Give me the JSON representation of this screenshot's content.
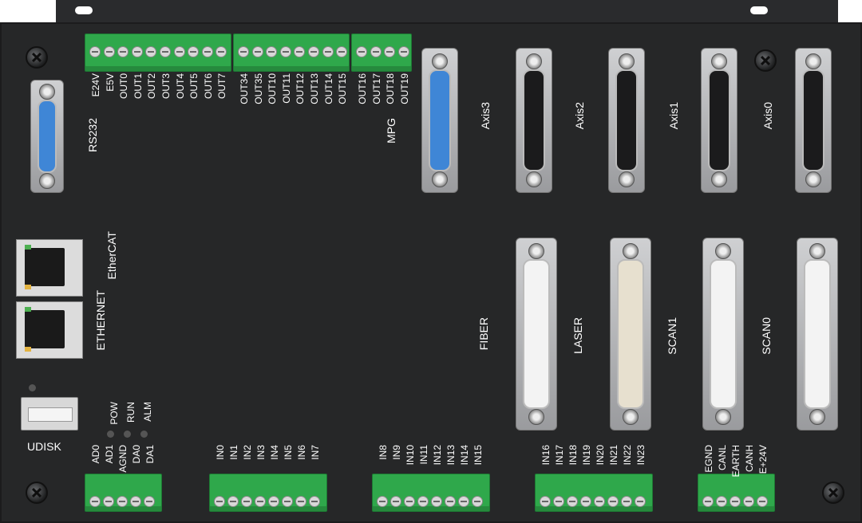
{
  "labels": {
    "rs232": "RS232",
    "ethercat": "EtherCAT",
    "ethernet": "ETHERNET",
    "udisk": "UDISK",
    "mpg": "MPG",
    "axis3": "Axis3",
    "axis2": "Axis2",
    "axis1": "Axis1",
    "axis0": "Axis0",
    "fiber": "FIBER",
    "laser": "LASER",
    "scan1": "SCAN1",
    "scan0": "SCAN0",
    "led_pow": "POW",
    "led_run": "RUN",
    "led_alm": "ALM"
  },
  "top_terminal_labels": [
    "E24V",
    "E5V",
    "OUT0",
    "OUT1",
    "OUT2",
    "OUT3",
    "OUT4",
    "OUT5",
    "OUT6",
    "OUT7",
    "OUT34",
    "OUT35",
    "OUT10",
    "OUT11",
    "OUT12",
    "OUT13",
    "OUT14",
    "OUT15",
    "OUT16",
    "OUT17",
    "OUT18",
    "OUT19"
  ],
  "bottom_groups": [
    [
      "AD0",
      "AD1",
      "AGND",
      "DA0",
      "DA1"
    ],
    [
      "IN0",
      "IN1",
      "IN2",
      "IN3",
      "IN4",
      "IN5",
      "IN6",
      "IN7"
    ],
    [
      "IN8",
      "IN9",
      "IN10",
      "IN11",
      "IN12",
      "IN13",
      "IN14",
      "IN15"
    ],
    [
      "IN16",
      "IN17",
      "IN18",
      "IN19",
      "IN20",
      "IN21",
      "IN22",
      "IN23"
    ],
    [
      "EGND",
      "CANL",
      "EARTH",
      "CANH",
      "E+24V"
    ]
  ],
  "colors": {
    "panel": "#262728",
    "terminal_green": "#2fa84b",
    "axis3_blue": "#3f86d6",
    "text": "#ffffff"
  }
}
